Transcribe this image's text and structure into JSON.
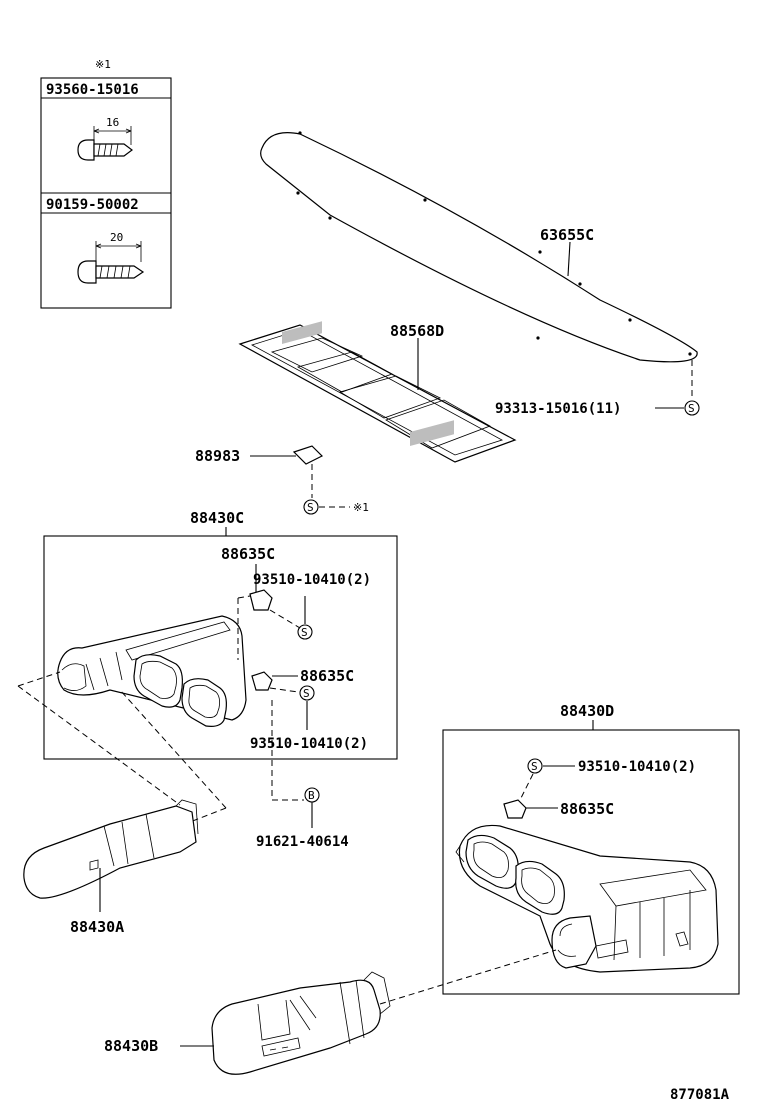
{
  "legend": {
    "mark": "※1",
    "rows": [
      {
        "part_no": "93560-15016",
        "dimension": "16"
      },
      {
        "part_no": "90159-50002",
        "dimension": "20"
      }
    ]
  },
  "callouts": {
    "p63655c": "63655C",
    "p88568d": "88568D",
    "p93313": "93313-15016(11)",
    "p88983": "88983",
    "ref_mark": "※1",
    "p88430c": "88430C",
    "p88635c_top": "88635C",
    "p93510_a": "93510-10410(2)",
    "p88635c_mid": "88635C",
    "p93510_b": "93510-10410(2)",
    "p91621": "91621-40614",
    "p88430a": "88430A",
    "p88430d": "88430D",
    "p93510_c": "93510-10410(2)",
    "p88635c_right": "88635C",
    "p88430b": "88430B"
  },
  "symbols": {
    "screw": "S",
    "bolt": "B"
  },
  "figure_id": "877081A"
}
